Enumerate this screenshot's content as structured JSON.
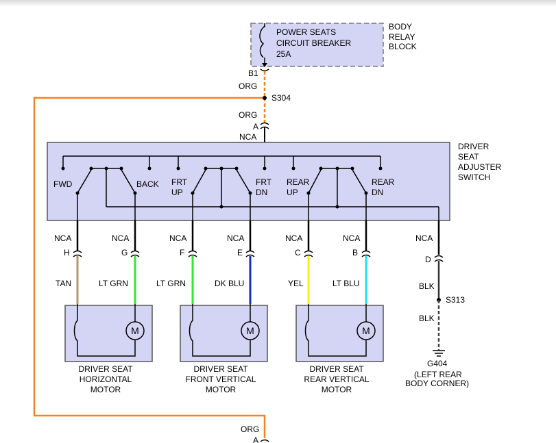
{
  "relay_block": {
    "breaker_line1": "POWER SEATS",
    "breaker_line2": "CIRCUIT BREAKER",
    "breaker_line3": "25A",
    "block_line1": "BODY",
    "block_line2": "RELAY",
    "block_line3": "BLOCK",
    "pin": "B1"
  },
  "feed": {
    "wire_color_top": "ORG",
    "splice": "S304",
    "wire_color_branch": "ORG",
    "pin": "A",
    "wire_code": "NCA",
    "bottom_wire_color": "ORG",
    "bottom_pin": "A"
  },
  "switch": {
    "title_line1": "DRIVER",
    "title_line2": "SEAT",
    "title_line3": "ADJUSTER",
    "title_line4": "SWITCH",
    "fwd": "FWD",
    "back": "BACK",
    "frt_up_1": "FRT",
    "frt_up_2": "UP",
    "frt_dn_1": "FRT",
    "frt_dn_2": "DN",
    "rear_up_1": "REAR",
    "rear_up_2": "UP",
    "rear_dn_1": "REAR",
    "rear_dn_2": "DN"
  },
  "circuits": [
    {
      "code": "NCA",
      "pin": "H",
      "color_name": "TAN",
      "color": "#b5956a"
    },
    {
      "code": "NCA",
      "pin": "G",
      "color_name": "LT GRN",
      "color": "#2ee82e"
    },
    {
      "code": "NCA",
      "pin": "F",
      "color_name": "LT GRN",
      "color": "#2ee82e"
    },
    {
      "code": "NCA",
      "pin": "E",
      "color_name": "DK BLU",
      "color": "#1a2fb0"
    },
    {
      "code": "NCA",
      "pin": "C",
      "color_name": "YEL",
      "color": "#f2f21a"
    },
    {
      "code": "NCA",
      "pin": "B",
      "color_name": "LT BLU",
      "color": "#1ae0f0"
    },
    {
      "code": "NCA",
      "pin": "D",
      "color_name": "BLK",
      "color": "#333333"
    }
  ],
  "ground": {
    "splice": "S313",
    "wire_color": "BLK",
    "point": "G404",
    "location": "(LEFT REAR",
    "location2": "BODY CORNER)"
  },
  "motors": [
    {
      "line1": "DRIVER SEAT",
      "line2": "HORIZONTAL",
      "line3": "MOTOR",
      "symbol": "M"
    },
    {
      "line1": "DRIVER SEAT",
      "line2": "FRONT VERTICAL",
      "line3": "MOTOR",
      "symbol": "M"
    },
    {
      "line1": "DRIVER SEAT",
      "line2": "REAR VERTICAL",
      "line3": "MOTOR",
      "symbol": "M"
    }
  ],
  "colors": {
    "box_fill": "#d4d4f4",
    "orange": "#f58220"
  }
}
